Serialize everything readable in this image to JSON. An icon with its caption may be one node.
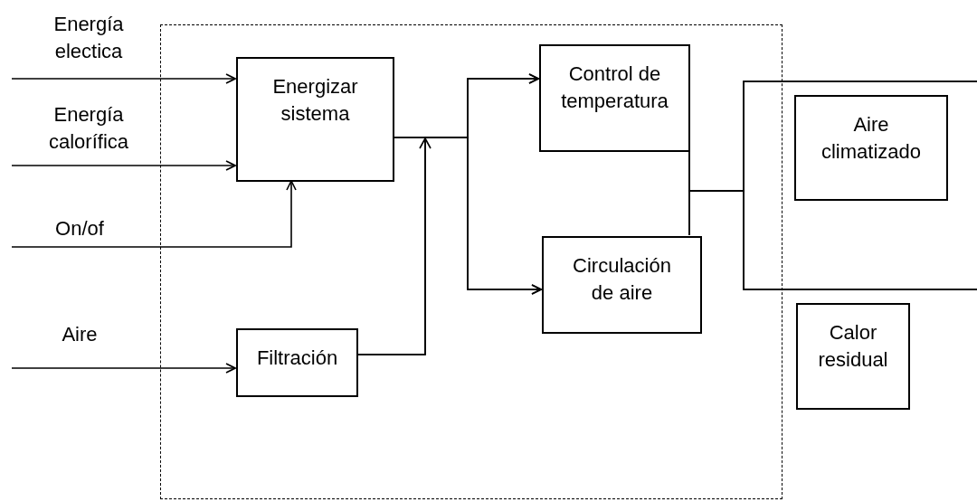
{
  "diagram": {
    "nodes": [
      {
        "text": [],
        "shape": "box"
      },
      {
        "text": [
          "Energía electica"
        ]
      },
      {
        "text": [
          "Energía calorífica"
        ]
      },
      {
        "text": [
          "On/of"
        ]
      },
      {
        "text": [
          "Aire"
        ]
      },
      {
        "text": [
          "Energizar sistema"
        ],
        "in": 0
      },
      {
        "text": [
          "Filtración"
        ],
        "in": 0
      },
      {
        "text": [
          "Control de temperatura"
        ],
        "in": 0
      },
      {
        "text": [
          "Circulación de aire"
        ],
        "in": 0
      },
      {
        "text": [
          "Aire climatizado"
        ]
      },
      {
        "text": [
          "Calor residual"
        ]
      }
    ],
    "edges": [
      {
        "from": 1,
        "to": 5,
        "arrow": "to"
      },
      {
        "from": 2,
        "to": 5,
        "arrow": "to"
      },
      {
        "from": 3,
        "to": 5,
        "arrow": "to"
      },
      {
        "from": 4,
        "to": 6,
        "arrow": "to"
      },
      {
        "from": 5,
        "to": 7,
        "arrow": "to"
      },
      {
        "from": 5,
        "to": 8,
        "arrow": "to"
      },
      {
        "from": 6,
        "to": 7,
        "arrow": "to"
      },
      {
        "from": 6,
        "to": 8,
        "arrow": "to"
      },
      {
        "from": 7,
        "to": null,
        "arrow": "none"
      },
      {
        "from": 7,
        "to": null,
        "arrow": "none"
      },
      {
        "from": 8,
        "to": null,
        "arrow": "none"
      },
      {
        "from": 8,
        "to": null,
        "arrow": "none"
      }
    ]
  }
}
